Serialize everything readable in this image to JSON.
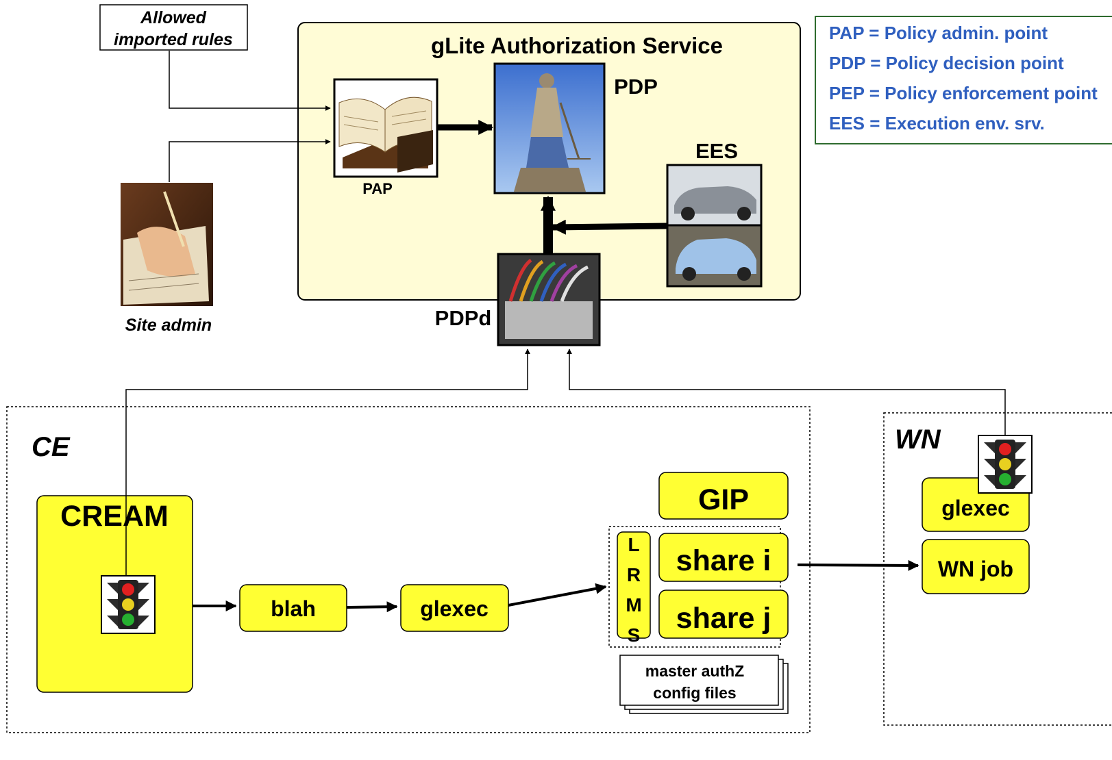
{
  "top_note": {
    "line1": "Allowed",
    "line2": "imported rules"
  },
  "site_admin": {
    "label": "Site admin"
  },
  "authz_service": {
    "title": "gLite Authorization Service",
    "pap_label": "PAP",
    "pdp_label": "PDP",
    "ees_label": "EES",
    "pdpd_label": "PDPd"
  },
  "legend": {
    "items": [
      "PAP = Policy admin. point",
      "PDP = Policy decision point",
      "PEP = Policy enforcement point",
      "EES = Execution env. srv."
    ],
    "text_color": "#2f5fbf",
    "border_color": "#2e6b2e"
  },
  "ce": {
    "label": "CE",
    "cream": "CREAM",
    "blah": "blah",
    "glexec": "glexec",
    "gip": "GIP",
    "lrms": [
      "L",
      "R",
      "M",
      "S"
    ],
    "share_i": "share i",
    "share_j": "share j",
    "master_line1": "master authZ",
    "master_line2": "config files"
  },
  "wn": {
    "label": "WN",
    "glexec": "glexec",
    "job": "WN job"
  },
  "colors": {
    "panel_fill": "#fffcd6",
    "box_yellow": "#ffff33",
    "ink": "#000000"
  },
  "icons": {
    "pap": "open-book-icon",
    "pdp": "justice-statue-icon",
    "ees_top": "sports-car-icon",
    "ees_bottom": "classic-car-icon",
    "pdpd": "wiring-connector-icon",
    "site_admin": "writing-hand-icon",
    "traffic_light": "traffic-light-icon"
  }
}
